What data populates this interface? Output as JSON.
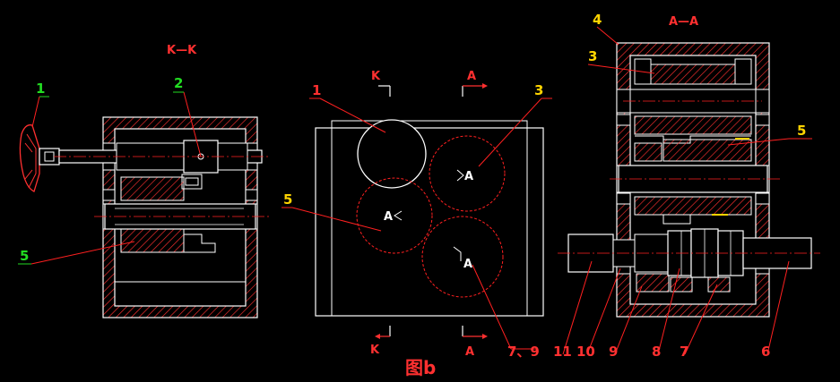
{
  "colors": {
    "background": "#000000",
    "outline": "#ffffff",
    "hatch": "#ff3030",
    "leader": "#ff2020",
    "callout_text": "#ff3030",
    "callout_green": "#22dd22",
    "center_line": "#ff2020",
    "axle": "#ffd400"
  },
  "section_titles": {
    "k_section": "K—K",
    "a_section": "A—A"
  },
  "cut_marks": {
    "k_top": "K",
    "a_top": "A",
    "k_bottom": "K",
    "a_bottom": "A"
  },
  "gear_labels": {
    "gear_center": "A",
    "gear_right_upper": "A",
    "gear_right_lower": "A"
  },
  "left_view": {
    "callouts": {
      "c1": "1",
      "c2": "2",
      "c5": "5"
    }
  },
  "middle_view": {
    "callouts": {
      "c1": "1",
      "c3": "3",
      "c5": "5",
      "c79": "7、9"
    }
  },
  "right_view": {
    "callouts": {
      "c3": "3",
      "c4": "4",
      "c5": "5",
      "c6": "6",
      "c7": "7",
      "c8": "8",
      "c9": "9",
      "c10": "10",
      "c11": "11"
    }
  },
  "figure_caption": "图b"
}
